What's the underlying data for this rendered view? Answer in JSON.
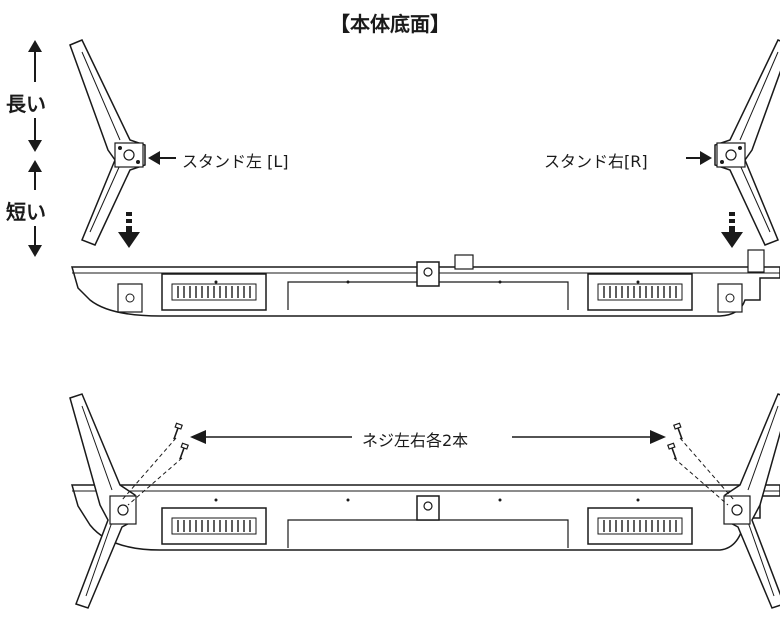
{
  "title": "【本体底面】",
  "length_labels": {
    "long": "長い",
    "short": "短い"
  },
  "stand_left_label": "スタンド左 [L]",
  "stand_right_label": "スタンド右[R]",
  "screw_label": "ネジ左右各2本",
  "icons": [
    "down-arrow-icon",
    "screw-icon",
    "stand-leg-icon",
    "tv-body-bottom-view"
  ],
  "colors": {
    "line": "#1a1a1a",
    "background": "#ffffff"
  }
}
